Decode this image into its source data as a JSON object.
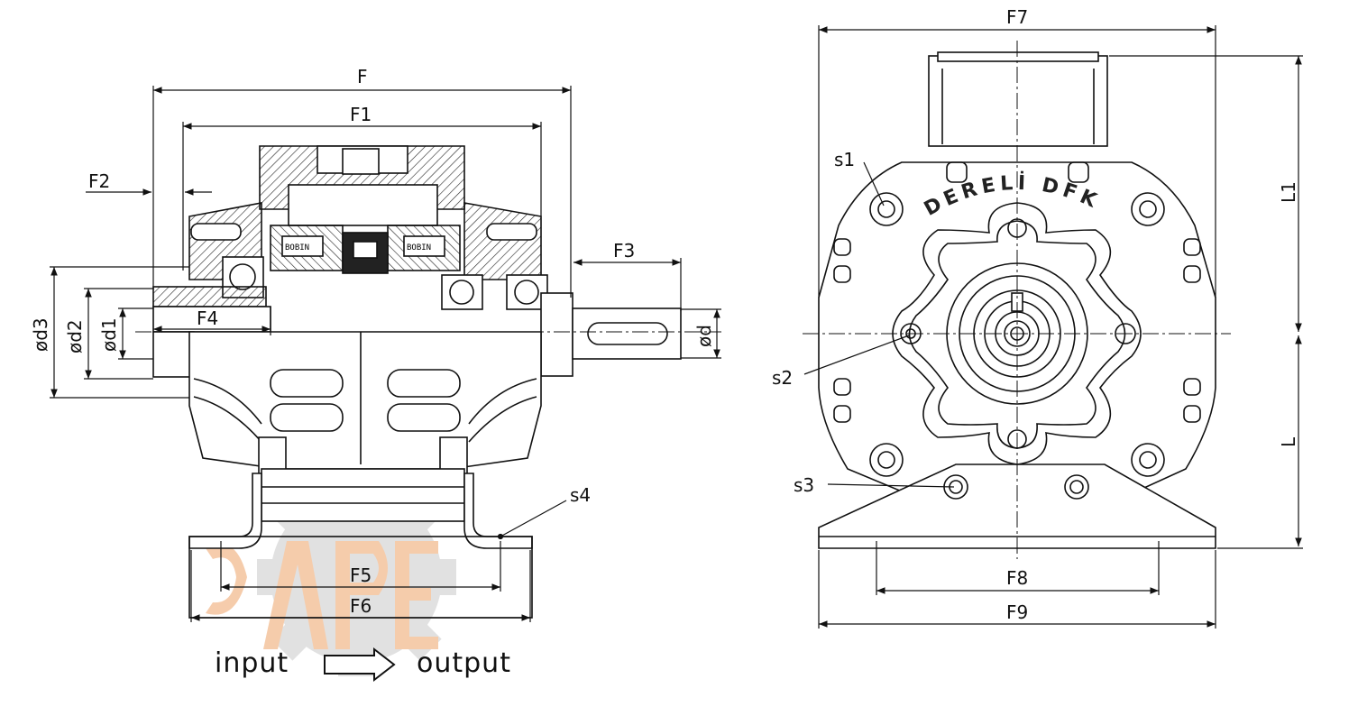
{
  "labels": {
    "F": "F",
    "F1": "F1",
    "F2": "F2",
    "F3": "F3",
    "F4": "F4",
    "F5": "F5",
    "F6": "F6",
    "F7": "F7",
    "F8": "F8",
    "F9": "F9",
    "L": "L",
    "L1": "L1",
    "d": "ød",
    "d1": "ød1",
    "d2": "ød2",
    "d3": "ød3",
    "s1": "s1",
    "s2": "s2",
    "s3": "s3",
    "s4": "s4"
  },
  "coil_label": "BOBIN",
  "brand_text": "DERELİ DFK",
  "flow": {
    "input": "input",
    "output": "output"
  },
  "colors": {
    "line": "#111111",
    "watermark_gear": "#d9d9d9",
    "watermark_orange": "#f5c7a3"
  }
}
